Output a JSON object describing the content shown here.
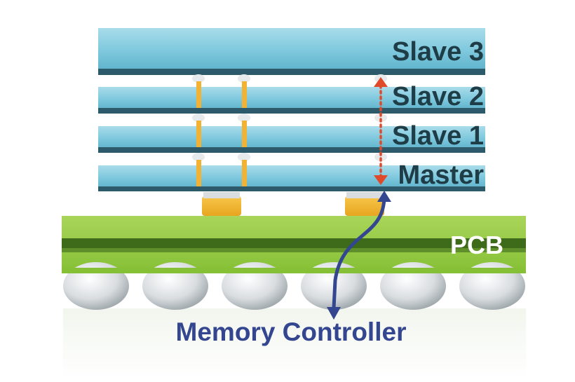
{
  "layers": {
    "slave3": "Slave 3",
    "slave2": "Slave 2",
    "slave1": "Slave 1",
    "master": "Master"
  },
  "pcb_label": "PCB",
  "controller_label": "Memory Controller",
  "colors": {
    "die": "#7ec8dd",
    "die_edge": "#2d5a6b",
    "label": "#1f3d47",
    "tsv": "#f2b233",
    "pcb": "#8cc63f",
    "pcb_band": "#3e6b1a",
    "pcb_text": "#ffffff",
    "signal_arrow": "#e04a2a",
    "controller": "#33468f"
  }
}
